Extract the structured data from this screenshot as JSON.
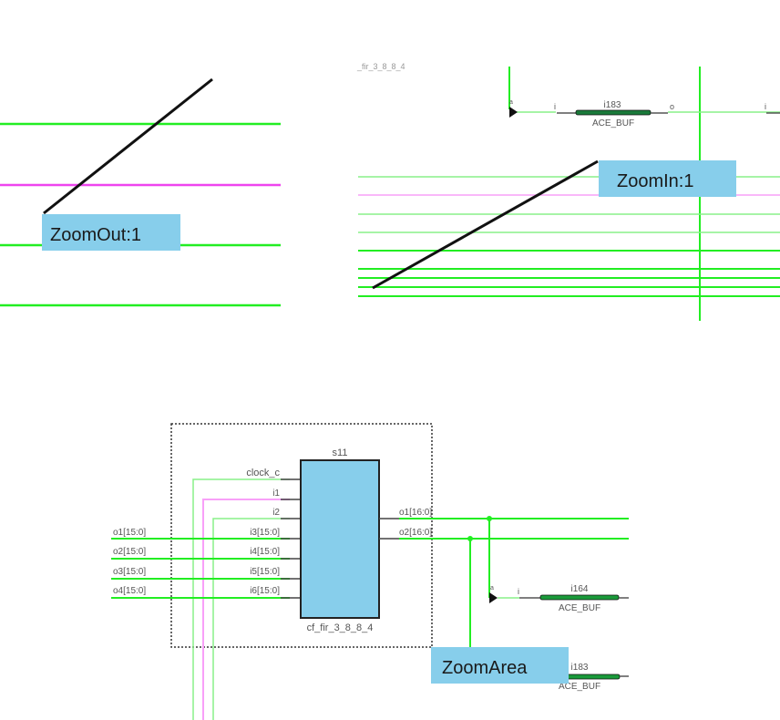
{
  "colors": {
    "wire_green": "#22ee22",
    "wire_green_light": "#88f088",
    "wire_magenta": "#ee44ee",
    "wire_magenta_light": "#f8a0f8",
    "block_fill": "#87ceeb",
    "callout_fill": "#87ceeb",
    "buffer_fill": "#1a7a3a",
    "pen": "#111111"
  },
  "panels": {
    "zoom_out": {
      "callout": "ZoomOut:1"
    },
    "zoom_in": {
      "callout": "ZoomIn:1",
      "clipped_label": "_fir_3_8_8_4",
      "buffer": {
        "instance": "i183",
        "type": "ACE_BUF",
        "pin_in": "i",
        "pin_out": "o",
        "port_mark": "a"
      },
      "right_pin": "i"
    },
    "zoom_area": {
      "callout": "ZoomArea",
      "block": {
        "instance": "s11",
        "type": "cf_fir_3_8_8_4",
        "inputs": [
          "clock_c",
          "i1",
          "i2",
          "i3[15:0]",
          "i4[15:0]",
          "i5[15:0]",
          "i6[15:0]"
        ],
        "outputs": [
          "o1[16:0]",
          "o2[16:0]"
        ]
      },
      "external_nets": [
        "o1[15:0]",
        "o2[15:0]",
        "o3[15:0]",
        "o4[15:0]"
      ],
      "buffers": [
        {
          "instance": "i164",
          "type": "ACE_BUF",
          "pin_in": "i",
          "port_mark": "a"
        },
        {
          "instance": "i183",
          "type": "ACE_BUF"
        }
      ]
    }
  }
}
